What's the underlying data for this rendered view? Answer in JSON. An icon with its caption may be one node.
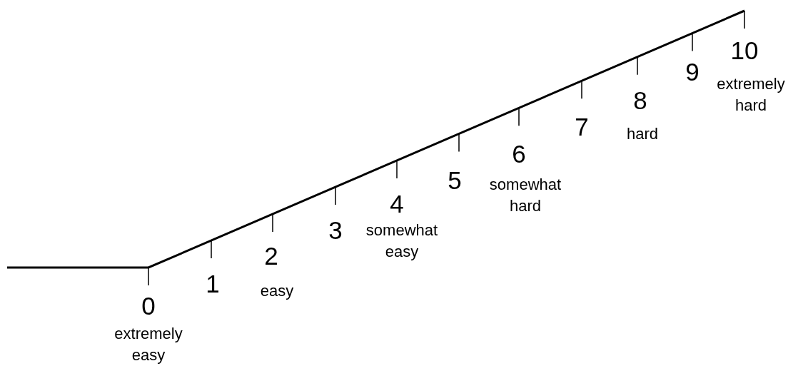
{
  "diagram": {
    "labels": [
      "0",
      "extremely easy",
      "1",
      "2",
      "easy",
      "3",
      "somewhat easy",
      "4",
      "5",
      "somewhat hard",
      "6",
      "7",
      "8",
      "hard",
      "9",
      "extremely hard",
      "10"
    ]
  }
}
